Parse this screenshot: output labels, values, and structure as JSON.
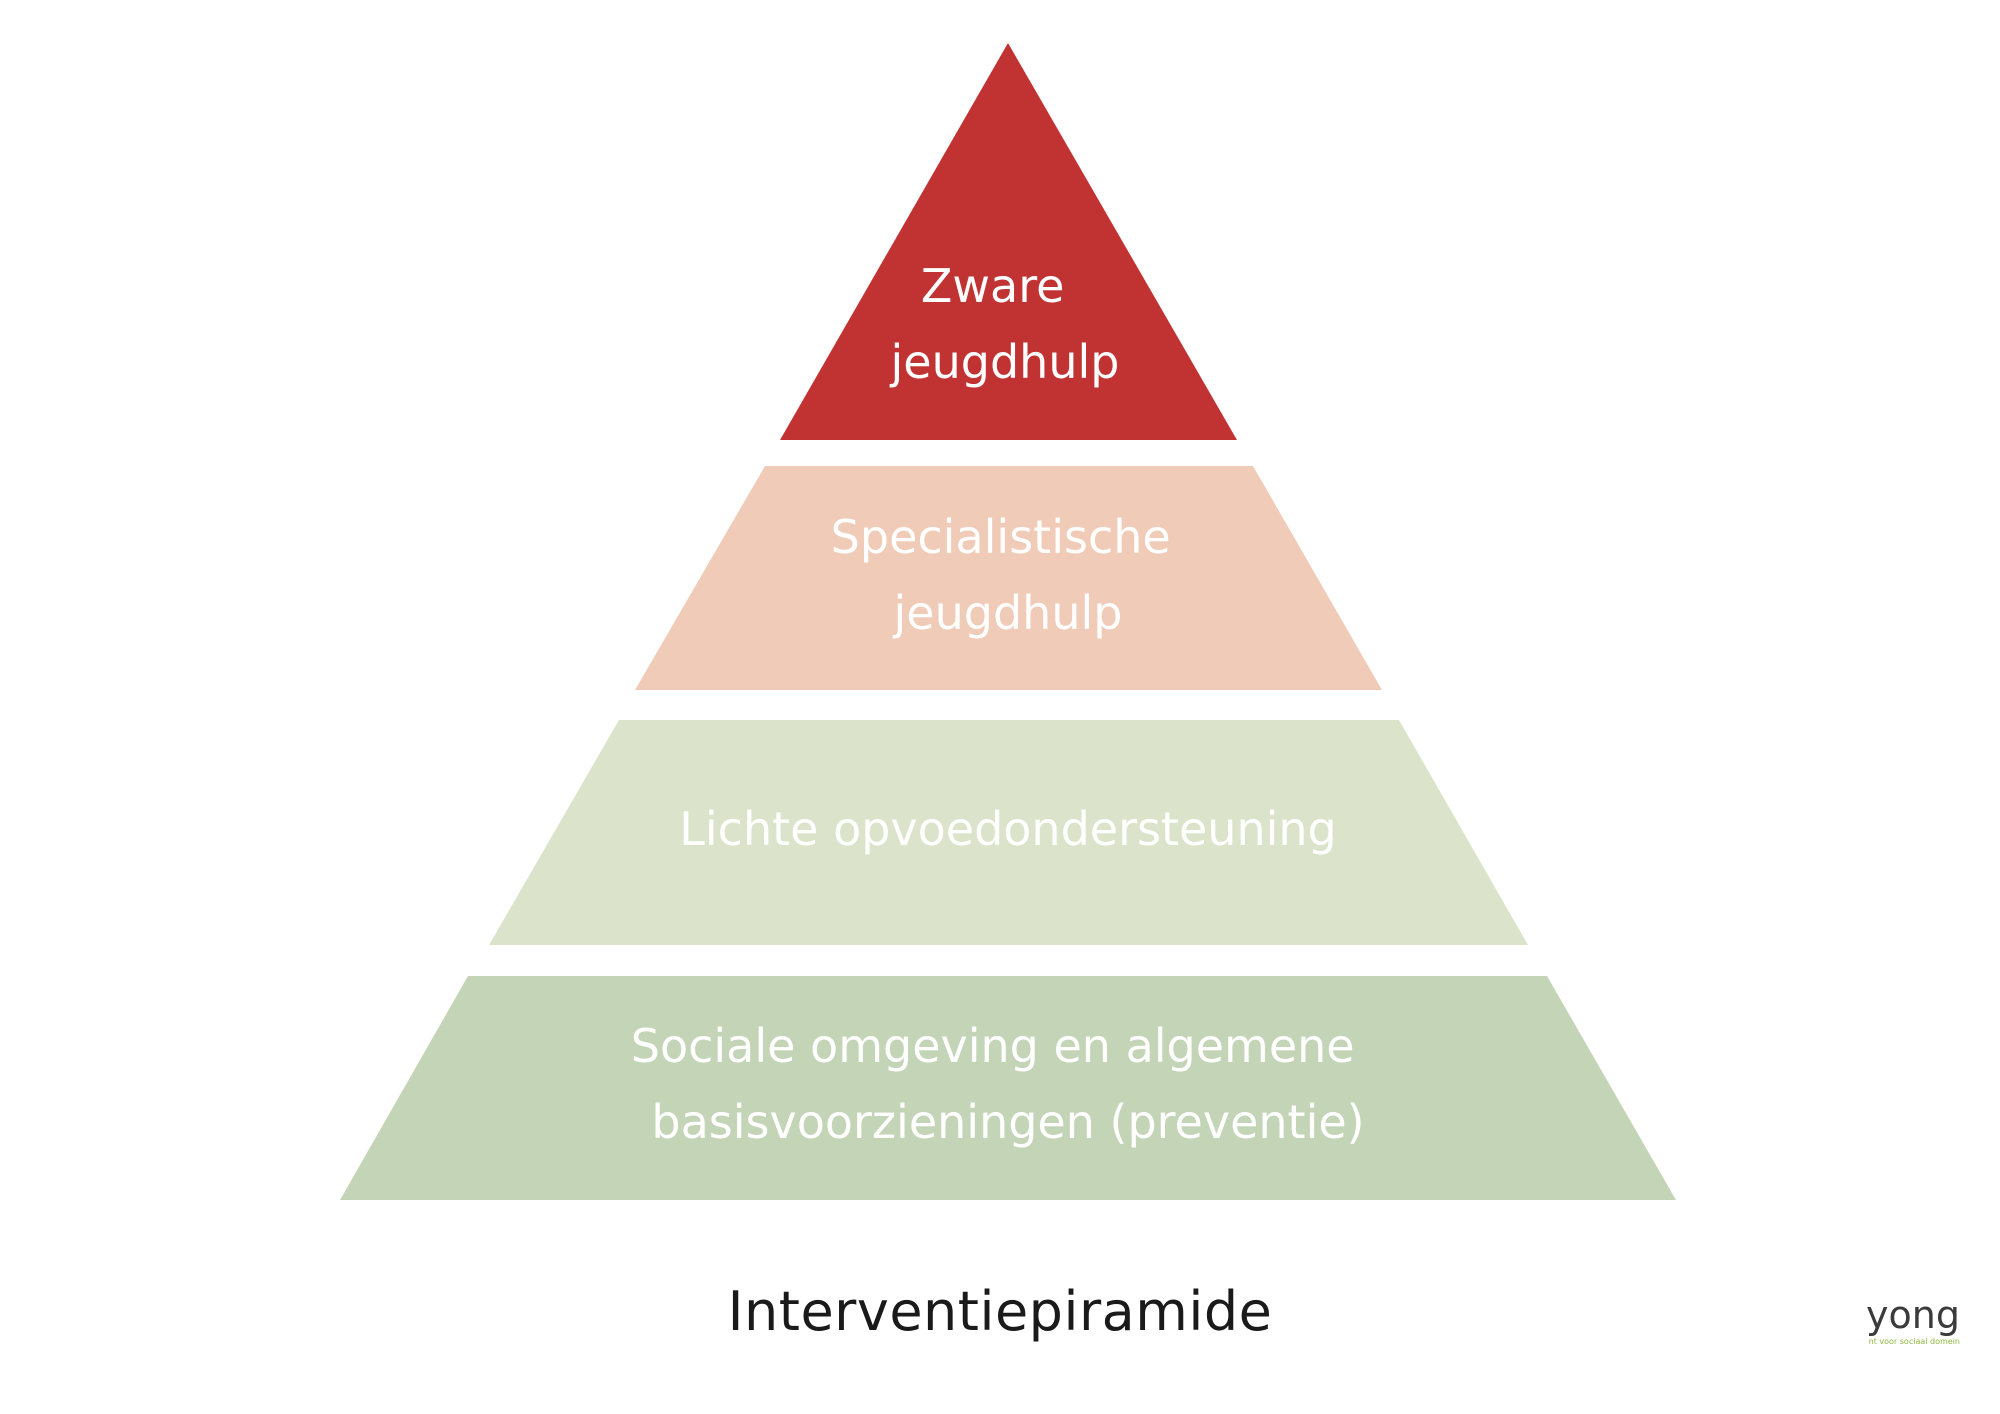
{
  "diagram": {
    "title": "Interventiepiramide",
    "tiers": [
      {
        "lines": [
          "Zware",
          "jeugdhulp"
        ],
        "color": "#c13333"
      },
      {
        "lines": [
          "Specialistische",
          "jeugdhulp"
        ],
        "color": "#f0cbb8"
      },
      {
        "lines": [
          "Lichte opvoedondersteuning"
        ],
        "color": "#dbe4ca"
      },
      {
        "lines": [
          "Sociale omgeving en algemene",
          "basisvoorzieningen (preventie)"
        ],
        "color": "#c4d5b7"
      }
    ]
  },
  "logo": {
    "word": "yong",
    "tagline": "nt voor sociaal domein"
  }
}
